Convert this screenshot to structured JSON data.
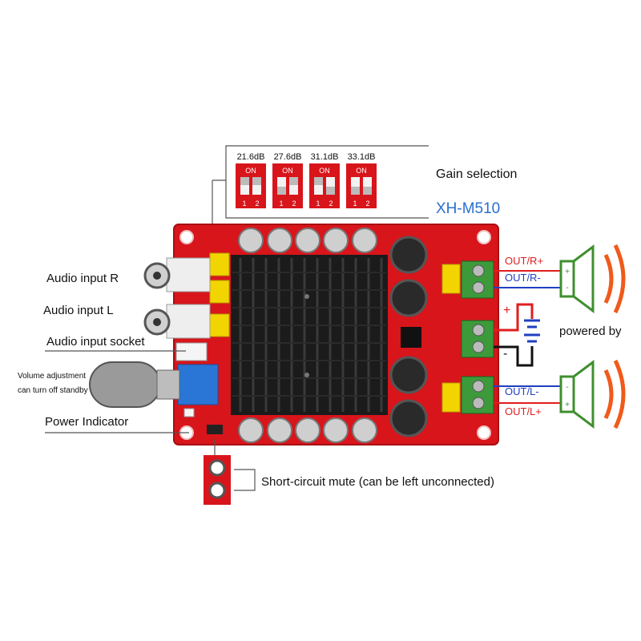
{
  "gain_panel": {
    "title": "Gain selection",
    "model": "XH-M510",
    "switches": [
      {
        "gain": "21.6dB",
        "on": "ON",
        "n1": "1",
        "n2": "2"
      },
      {
        "gain": "27.6dB",
        "on": "ON",
        "n1": "1",
        "n2": "2"
      },
      {
        "gain": "31.1dB",
        "on": "ON",
        "n1": "1",
        "n2": "2"
      },
      {
        "gain": "33.1dB",
        "on": "ON",
        "n1": "1",
        "n2": "2"
      }
    ]
  },
  "left_labels": {
    "audio_input_r": "Audio input R",
    "audio_input_l": "Audio input L",
    "audio_input_socket": "Audio input socket",
    "volume_line1": "Volume adjustment",
    "volume_line2": "can turn off standby",
    "power_indicator": "Power Indicator"
  },
  "right_labels": {
    "out_r_plus": "OUT/R+",
    "out_r_minus": "OUT/R-",
    "out_l_minus": "OUT/L-",
    "out_l_plus": "OUT/L+",
    "plus_sign": "+",
    "minus_sign": "-",
    "powered_by": "powered by"
  },
  "bottom_label": {
    "short_circuit_mute": "Short-circuit mute (can be left unconnected)"
  },
  "colors": {
    "pcb_red": "#d8151b",
    "heatsink": "#1b1b1b",
    "terminal_green": "#3c9a3a",
    "speaker_orange": "#f05a1a",
    "speaker_green": "#3f8f2f",
    "model_blue": "#2a6fd1",
    "wire_red": "#e01e1e",
    "wire_blue": "#1f3fbf"
  }
}
